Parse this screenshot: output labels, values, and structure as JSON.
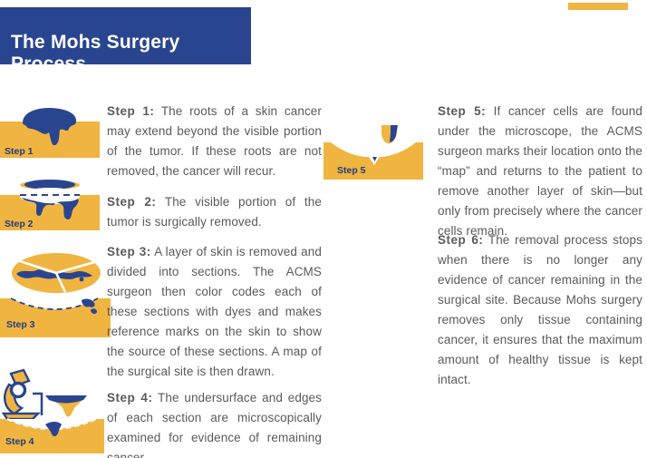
{
  "header": {
    "title": "The Mohs Surgery Process"
  },
  "colors": {
    "navy": "#2A4590",
    "gold": "#F0B441",
    "body_text": "#595A5C",
    "white": "#FFFFFF"
  },
  "steps": [
    {
      "label": "Step 1",
      "heading": "Step 1:",
      "body": " The roots of a skin cancer may extend beyond the visible portion of the tumor. If these roots are not removed, the cancer will recur.",
      "icon": "skin-with-tumor-roots-icon"
    },
    {
      "label": "Step 2",
      "heading": "Step 2:",
      "body": " The visible portion of the tumor is surgically removed.",
      "icon": "visible-tumor-removed-icon"
    },
    {
      "label": "Step 3",
      "heading": "Step 3:",
      "body": " A layer of skin is removed and divided into sections. The ACMS surgeon then color codes each of these sections with dyes and makes reference marks on the skin to show the source of these sections. A map of the surgical site is then drawn.",
      "icon": "skin-layer-sectioned-icon"
    },
    {
      "label": "Step 4",
      "heading": "Step 4:",
      "body": " The undersurface and edges of each section are microscopically examined for evidence of remaining cancer.",
      "icon": "microscope-examination-icon"
    },
    {
      "label": "Step 5",
      "heading": "Step 5:",
      "body": " If cancer cells are found under the microscope, the ACMS surgeon marks their location onto the “map” and returns to the patient to remove another layer of skin—but only from precisely where the cancer cells remain.",
      "icon": "remove-another-layer-icon"
    },
    {
      "label": "Step 6",
      "heading": "Step 6:",
      "body": " The removal process stops when there is no longer any evidence of cancer remaining in the surgical site. Because Mohs surgery removes only tissue containing cancer, it ensures that the maximum amount of healthy tissue is kept intact.",
      "icon": "none"
    }
  ]
}
